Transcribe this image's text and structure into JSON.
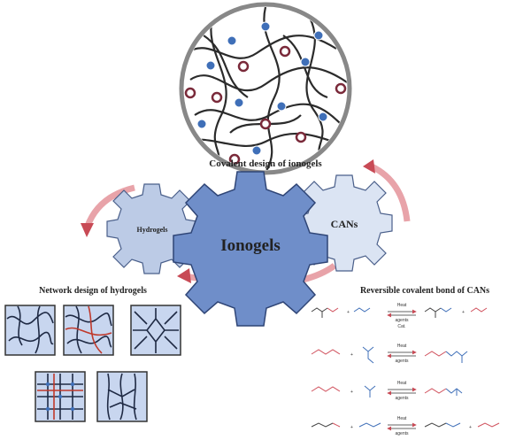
{
  "title": "Covalent design of ionogels",
  "gears": {
    "center": "Ionogels",
    "left": "Hydrogels",
    "right": "CANs"
  },
  "sections": {
    "left_title": "Network design of hydrogels",
    "right_title": "Reversible covalent bond of CANs"
  },
  "reactions": {
    "conditions": [
      {
        "top": "Heat",
        "mid": "agents",
        "bottom": "Cat."
      },
      {
        "top": "Heat",
        "mid": "agents",
        "bottom": ""
      },
      {
        "top": "Heat",
        "mid": "agents",
        "bottom": ""
      },
      {
        "top": "Heat",
        "mid": "agents",
        "bottom": ""
      }
    ]
  },
  "colors": {
    "gear_center": "#6f8ec9",
    "gear_side": "#bccbe6",
    "gear_right": "#dbe4f3",
    "arrow": "#d9787f",
    "network_fill": "#c8d6ef",
    "ion_blue": "#3f6fb8",
    "ion_red": "#7a2a3a",
    "chain": "#2b2b2b"
  },
  "icons": [
    "double-arrow-icon",
    "curved-arrow-icon"
  ]
}
